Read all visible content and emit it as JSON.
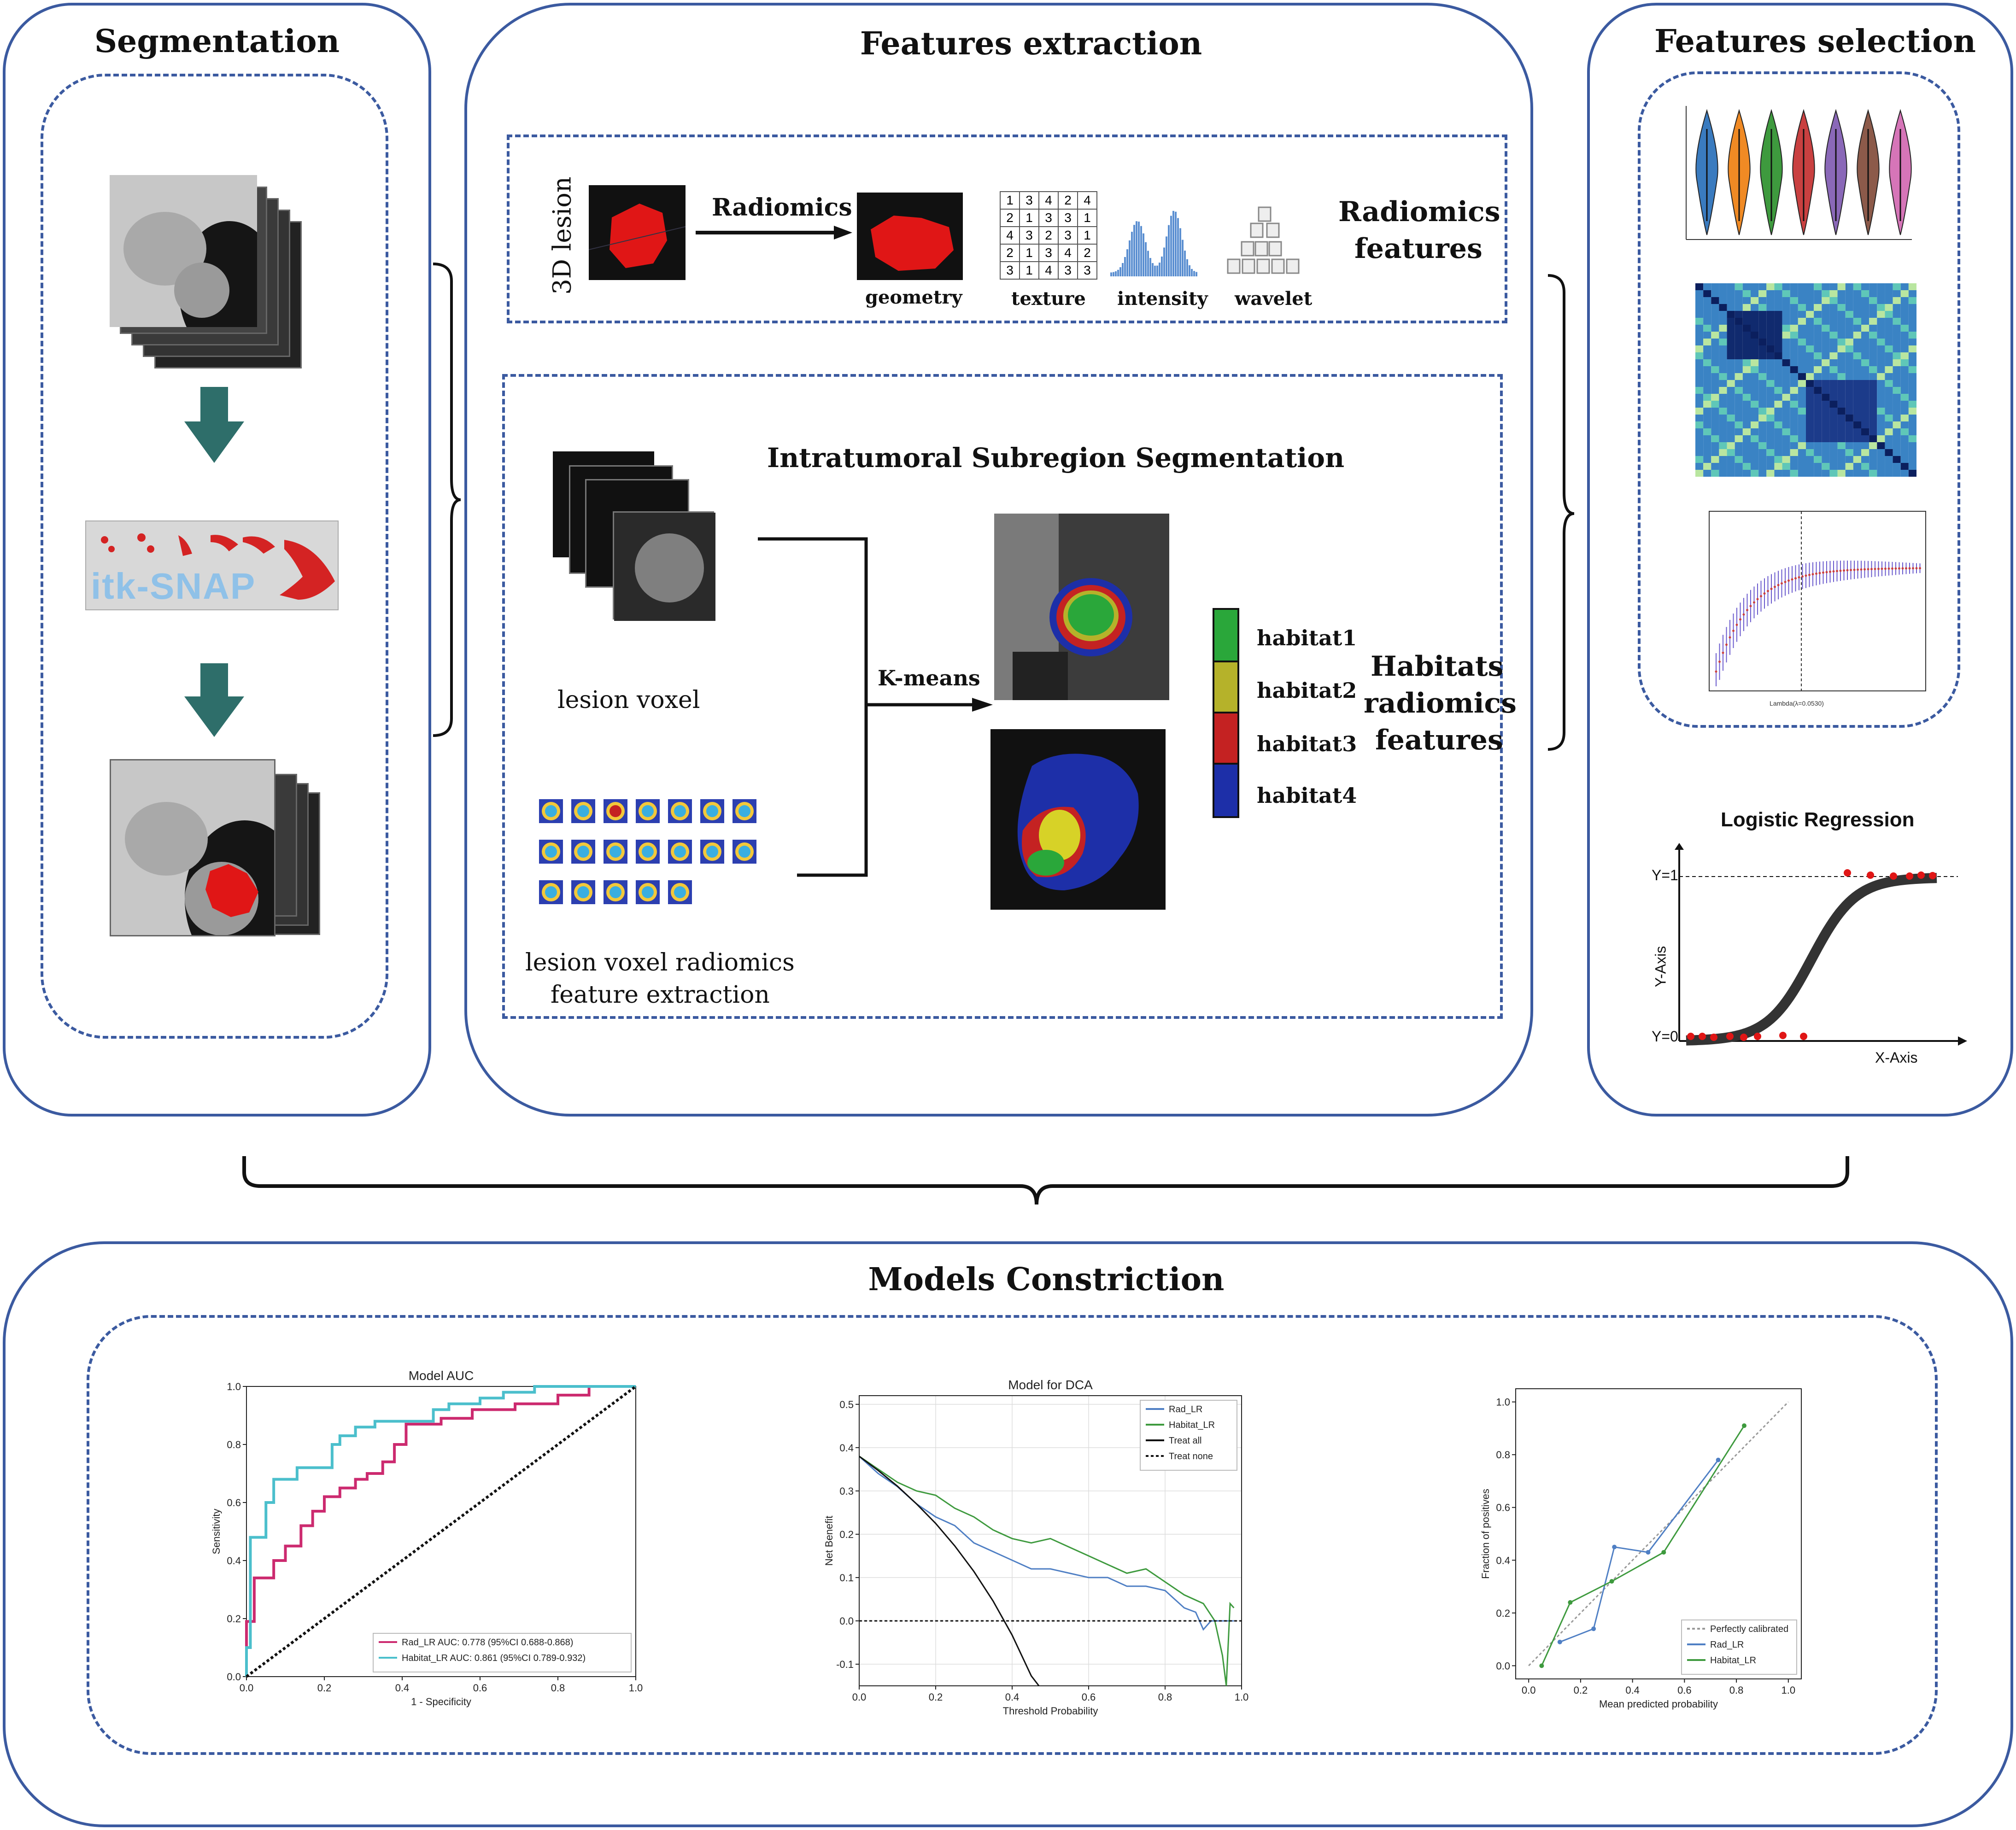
{
  "colors": {
    "panel_border": "#3b5aa0",
    "arrow_teal": "#2e6e6a",
    "lesion_red": "#e01616",
    "habitat1": "#2aa73a",
    "habitat2": "#b5b22a",
    "habitat3": "#c42222",
    "habitat4": "#1d2fa8",
    "auc_rad": "#cc2a6f",
    "auc_habitat": "#4bbfcc",
    "dca_rad": "#4f7fc4",
    "dca_habitat": "#3e9a3e"
  },
  "segmentation": {
    "title": "Segmentation",
    "logo_text": "itk-SNAP",
    "icons": [
      "ct-stack-icon",
      "down-arrow-icon",
      "itk-snap-logo",
      "down-arrow-icon",
      "ct-segmented-icon"
    ]
  },
  "features_extraction": {
    "title": "Features extraction",
    "radiomics_box": {
      "vertical_label": "3D lesion",
      "arrow_label": "Radiomics",
      "geometry_label": "geometry",
      "texture_label": "texture",
      "intensity_label": "intensity",
      "wavelet_label": "wavelet",
      "box_title_line1": "Radiomics",
      "box_title_line2": "features",
      "texture_matrix": [
        [
          1,
          3,
          4,
          2,
          4
        ],
        [
          2,
          1,
          3,
          3,
          1
        ],
        [
          4,
          3,
          2,
          3,
          1
        ],
        [
          2,
          1,
          3,
          4,
          2
        ],
        [
          3,
          1,
          4,
          3,
          3
        ]
      ]
    },
    "habitat_box": {
      "title": "Intratumoral Subregion Segmentation",
      "lesion_voxel_label": "lesion voxel",
      "voxel_feature_label_line1": "lesion voxel radiomics",
      "voxel_feature_label_line2": "feature extraction",
      "kmeans_label": "K-means",
      "habitats": [
        "habitat1",
        "habitat2",
        "habitat3",
        "habitat4"
      ],
      "box_title_line1": "Habitats",
      "box_title_line2": "radiomics",
      "box_title_line3": "features"
    }
  },
  "features_selection": {
    "title": "Features selection",
    "lasso_xlabel": "Lambda(λ=0.0530)",
    "logistic": {
      "title": "Logistic Regression",
      "y1_label": "Y=1",
      "y0_label": "Y=0",
      "x_axis_label": "X-Axis",
      "y_axis_label": "Y-Axis"
    }
  },
  "models": {
    "title": "Models Constriction"
  },
  "chart_data": [
    {
      "type": "line",
      "title": "Model AUC",
      "xlabel": "1 - Specificity",
      "ylabel": "Sensitivity",
      "xlim": [
        0,
        1
      ],
      "ylim": [
        0,
        1
      ],
      "xticks": [
        "0.0",
        "0.2",
        "0.4",
        "0.6",
        "0.8",
        "1.0"
      ],
      "yticks": [
        "0.0",
        "0.2",
        "0.4",
        "0.6",
        "0.8",
        "1.0"
      ],
      "legend_position": "bottom-right",
      "series": [
        {
          "name": "Rad_LR AUC: 0.778 (95%CI 0.688-0.868)",
          "color": "#cc2a6f",
          "x": [
            0,
            0,
            0.02,
            0.02,
            0.07,
            0.07,
            0.1,
            0.1,
            0.14,
            0.14,
            0.17,
            0.17,
            0.2,
            0.2,
            0.24,
            0.24,
            0.28,
            0.28,
            0.31,
            0.31,
            0.35,
            0.35,
            0.38,
            0.38,
            0.41,
            0.41,
            0.5,
            0.5,
            0.58,
            0.58,
            0.69,
            0.69,
            0.8,
            0.8,
            0.88,
            0.88,
            1.0
          ],
          "y": [
            0,
            0.19,
            0.19,
            0.34,
            0.34,
            0.4,
            0.4,
            0.45,
            0.45,
            0.52,
            0.52,
            0.57,
            0.57,
            0.62,
            0.62,
            0.65,
            0.65,
            0.68,
            0.68,
            0.7,
            0.7,
            0.74,
            0.74,
            0.8,
            0.8,
            0.87,
            0.87,
            0.89,
            0.89,
            0.92,
            0.92,
            0.94,
            0.94,
            0.97,
            0.97,
            1.0,
            1.0
          ]
        },
        {
          "name": "Habitat_LR AUC: 0.861 (95%CI 0.789-0.932)",
          "color": "#4bbfcc",
          "x": [
            0,
            0,
            0.01,
            0.01,
            0.05,
            0.05,
            0.07,
            0.07,
            0.13,
            0.13,
            0.22,
            0.22,
            0.24,
            0.24,
            0.28,
            0.28,
            0.33,
            0.33,
            0.48,
            0.48,
            0.52,
            0.52,
            0.6,
            0.6,
            0.66,
            0.66,
            0.74,
            0.74,
            1.0
          ],
          "y": [
            0,
            0.1,
            0.1,
            0.48,
            0.48,
            0.6,
            0.6,
            0.68,
            0.68,
            0.72,
            0.72,
            0.8,
            0.8,
            0.83,
            0.83,
            0.86,
            0.86,
            0.88,
            0.88,
            0.92,
            0.92,
            0.94,
            0.94,
            0.96,
            0.96,
            0.98,
            0.98,
            1.0,
            1.0
          ]
        },
        {
          "name": "",
          "color": "#111111",
          "dashed": true,
          "x": [
            0,
            1
          ],
          "y": [
            0,
            1
          ]
        }
      ]
    },
    {
      "type": "line",
      "title": "Model for DCA",
      "xlabel": "Threshold Probability",
      "ylabel": "Net Benefit",
      "xlim": [
        0,
        1
      ],
      "ylim": [
        -0.15,
        0.52
      ],
      "xticks": [
        "0.0",
        "0.2",
        "0.4",
        "0.6",
        "0.8",
        "1.0"
      ],
      "yticks": [
        "-0.1",
        "0.0",
        "0.1",
        "0.2",
        "0.3",
        "0.4",
        "0.5"
      ],
      "grid": true,
      "legend_position": "top-right",
      "series": [
        {
          "name": "Rad_LR",
          "color": "#4f7fc4",
          "x": [
            0,
            0.05,
            0.1,
            0.15,
            0.2,
            0.25,
            0.3,
            0.35,
            0.4,
            0.45,
            0.5,
            0.55,
            0.6,
            0.65,
            0.7,
            0.75,
            0.8,
            0.85,
            0.88,
            0.9,
            0.92,
            0.95,
            0.98
          ],
          "y": [
            0.38,
            0.34,
            0.31,
            0.27,
            0.24,
            0.22,
            0.18,
            0.16,
            0.14,
            0.12,
            0.12,
            0.11,
            0.1,
            0.1,
            0.08,
            0.08,
            0.07,
            0.03,
            0.02,
            -0.02,
            0.0,
            0.0,
            0.0
          ]
        },
        {
          "name": "Habitat_LR",
          "color": "#3e9a3e",
          "x": [
            0,
            0.05,
            0.1,
            0.15,
            0.2,
            0.25,
            0.3,
            0.35,
            0.4,
            0.45,
            0.5,
            0.55,
            0.6,
            0.65,
            0.7,
            0.75,
            0.8,
            0.85,
            0.9,
            0.93,
            0.95,
            0.96,
            0.97,
            0.98
          ],
          "y": [
            0.38,
            0.35,
            0.32,
            0.3,
            0.29,
            0.26,
            0.24,
            0.21,
            0.19,
            0.18,
            0.19,
            0.17,
            0.15,
            0.13,
            0.11,
            0.12,
            0.09,
            0.06,
            0.04,
            0.0,
            -0.08,
            -0.15,
            0.04,
            0.03
          ]
        },
        {
          "name": "Treat all",
          "color": "#111111",
          "x": [
            0,
            0.05,
            0.1,
            0.15,
            0.2,
            0.25,
            0.3,
            0.35,
            0.4,
            0.45,
            0.47
          ],
          "y": [
            0.38,
            0.347,
            0.311,
            0.27,
            0.225,
            0.173,
            0.114,
            0.046,
            -0.033,
            -0.127,
            -0.16
          ]
        },
        {
          "name": "Treat none",
          "color": "#111111",
          "dashed": true,
          "x": [
            0,
            1
          ],
          "y": [
            0,
            0
          ]
        }
      ]
    },
    {
      "type": "line",
      "title": "",
      "xlabel": "Mean predicted probability",
      "ylabel": "Fraction of positives",
      "xlim": [
        -0.05,
        1.05
      ],
      "ylim": [
        -0.05,
        1.05
      ],
      "xticks": [
        "0.0",
        "0.2",
        "0.4",
        "0.6",
        "0.8",
        "1.0"
      ],
      "yticks": [
        "0.0",
        "0.2",
        "0.4",
        "0.6",
        "0.8",
        "1.0"
      ],
      "legend_position": "bottom-right",
      "series": [
        {
          "name": "Perfectly calibrated",
          "color": "#999999",
          "dashed": true,
          "x": [
            0,
            1
          ],
          "y": [
            0,
            1
          ]
        },
        {
          "name": "Rad_LR",
          "color": "#4f7fc4",
          "x": [
            0.12,
            0.25,
            0.33,
            0.46,
            0.73
          ],
          "y": [
            0.09,
            0.14,
            0.45,
            0.43,
            0.78
          ]
        },
        {
          "name": "Habitat_LR",
          "color": "#3e9a3e",
          "x": [
            0.05,
            0.16,
            0.32,
            0.52,
            0.83
          ],
          "y": [
            0.0,
            0.24,
            0.32,
            0.43,
            0.91
          ]
        }
      ]
    }
  ]
}
